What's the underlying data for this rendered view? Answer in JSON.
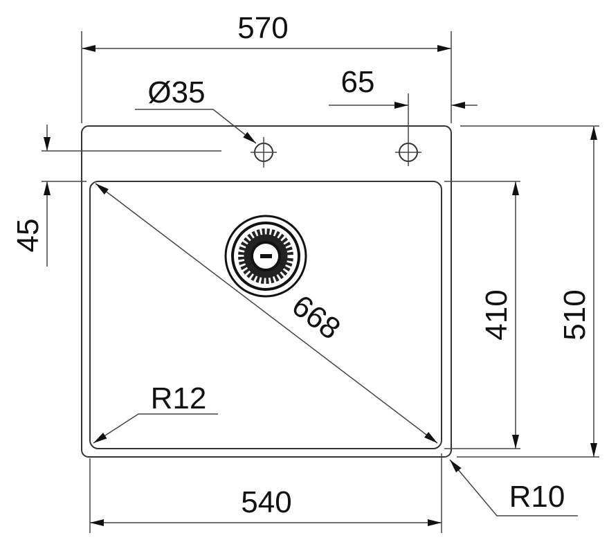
{
  "title": "Sink dimension drawing",
  "dimensions": {
    "overall_width": "570",
    "tap_hole_offset": "65",
    "tap_hole_diameter": "Ø35",
    "tap_hole_margin": "45",
    "bowl_depth": "410",
    "overall_depth": "510",
    "bowl_diagonal": "668",
    "bowl_radius": "R12",
    "bowl_width": "540",
    "outer_radius": "R10"
  },
  "colors": {
    "line": "#333333",
    "text": "#111111"
  }
}
